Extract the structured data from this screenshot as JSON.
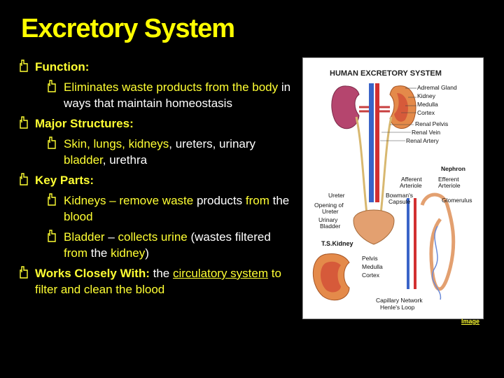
{
  "title": "Excretory System",
  "function": {
    "label": "Function:",
    "detail_highlight": "Eliminates waste products from the body",
    "detail_rest": " in ways that maintain homeostasis"
  },
  "structures": {
    "label": "Major Structures:",
    "highlight1": "Skin, lungs, kidneys",
    "text1": ", ureters, urinary ",
    "highlight2": "bladder",
    "text2": ", urethra"
  },
  "key_parts": {
    "label": "Key Parts:",
    "kidneys": {
      "part": "Kidneys",
      "dash": " – ",
      "action": "remove waste",
      "t1": " products ",
      "from": "from",
      "t2": " the ",
      "obj": "blood"
    },
    "bladder": {
      "part": "Bladder",
      "dash": " – ",
      "action": "collects urine",
      "t1": " (wastes filtered ",
      "from": "from",
      "t2": " the ",
      "obj": "kidney",
      "t3": ")"
    }
  },
  "works_with": {
    "label": "Works Closely With:",
    "t1": " the ",
    "link": "circulatory system",
    "t2": " to filter and clean the blood"
  },
  "figure": {
    "title": "HUMAN EXCRETORY SYSTEM",
    "labels": {
      "adrenal": "Adremal Gland",
      "kidney": "Kidney",
      "medulla": "Medulla",
      "cortex": "Cortex",
      "pelvis": "Renal Pelvis",
      "vein": "Renal Vein",
      "artery": "Renal Artery",
      "nephron": "Nephron",
      "afferent1": "Afferent",
      "afferent2": "Arteriole",
      "efferent1": "Efferent",
      "efferent2": "Arteriole",
      "bowman1": "Bowman's",
      "bowman2": "Capsule",
      "glomerulus": "Glomerulus",
      "ureter": "Ureter",
      "opening1": "Opening of",
      "opening2": "Ureter",
      "urinary1": "Urinary",
      "urinary2": "Bladder",
      "tskidney": "T.S.Kidney",
      "ts_pelvis": "Pelvis",
      "ts_medulla": "Medulla",
      "ts_cortex": "Cortex",
      "capillary": "Capillary Network",
      "henle": "Henle's Loop"
    }
  },
  "image_link": "Image",
  "colors": {
    "title": "#ffff00",
    "highlight": "#ffff33",
    "text": "#ffffff",
    "background": "#000000"
  }
}
